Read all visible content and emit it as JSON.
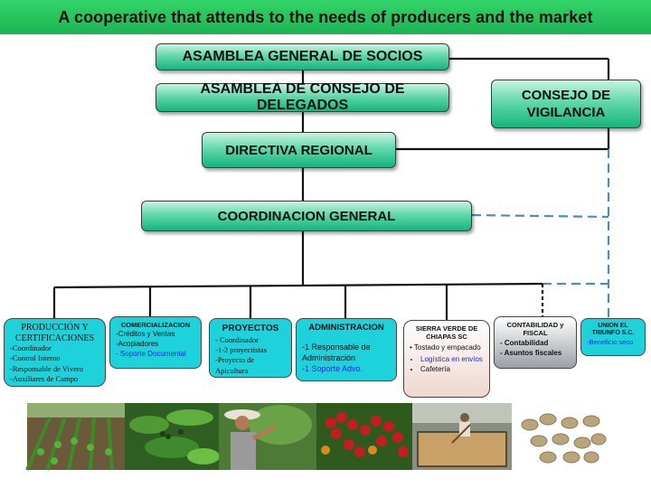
{
  "banner": {
    "title": "A cooperative that attends to the needs of producers  and the market"
  },
  "org": {
    "asamblea_general": "ASAMBLEA GENERAL DE SOCIOS",
    "asamblea_consejo": "ASAMBLEA DE CONSEJO DE DELEGADOS",
    "consejo_vigilancia": "CONSEJO DE VIGILANCIA",
    "directiva": "DIRECTIVA REGIONAL",
    "coordinacion": "COORDINACION GENERAL"
  },
  "units": {
    "produccion": {
      "title": "PRODUCCIÓN  Y CERTIFICACIONES",
      "items": [
        "-Coordinador",
        "-Control Interno",
        "-Responsable de Vivero",
        "-Auxiliares de Campo"
      ]
    },
    "comercializacion": {
      "title": "COMERCIALIZACION",
      "items": [
        "-Créditos y Ventas",
        "-Acopiadores"
      ],
      "highlight": "- Soporte Documental"
    },
    "proyectos": {
      "title": "PROYECTOS",
      "items": [
        "- Coordinador",
        "-1-2 proyectistas",
        "-Proyecto de Apicultura"
      ]
    },
    "administracion": {
      "title": "ADMINISTRACION",
      "items": [
        "-1 Responsable de Administración"
      ],
      "highlight": "-1 Soporte Advo."
    },
    "sierra": {
      "title": "SIERRA VERDE DE CHIAPAS SC",
      "lead": "• Tostado y empacado",
      "blue_items": [
        "Logística en envíos"
      ],
      "items": [
        "Cafetería"
      ]
    },
    "contabilidad": {
      "title": "CONTABILIDAD y FISCAL",
      "items": [
        "- Contabilidad",
        "- Asuntos  fiscales"
      ]
    },
    "union": {
      "title": "UNION EL TRIUNFO S.C.",
      "highlight": "-Beneficio seco"
    }
  },
  "colors": {
    "banner": "#28c45f",
    "box_green": "#14b57d",
    "cyan": "#1ed2dc",
    "dashed": "#4a8fb0"
  },
  "photos": [
    "seedling-rows-photo",
    "coffee-plant-photo",
    "farmer-photo",
    "coffee-cherries-photo",
    "drying-beans-photo",
    "green-beans-photo"
  ]
}
